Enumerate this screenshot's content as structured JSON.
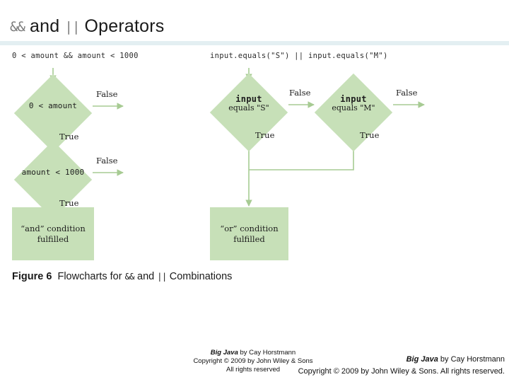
{
  "slide": {
    "title_parts": {
      "op1": "&&",
      "mid": " and ",
      "op2": "||",
      "tail": " Operators"
    },
    "accent_color": "#e3eff2",
    "shape_fill": "#c7e0b8",
    "wire_color": "#a7cb93"
  },
  "figure": {
    "left_column": {
      "code_header": "0 < amount && amount < 1000",
      "decisions": [
        {
          "label": "0 < amount",
          "false_label": "False",
          "true_label": "True"
        },
        {
          "label": "amount < 1000",
          "false_label": "False",
          "true_label": "True"
        }
      ],
      "terminal": {
        "line1": "“and” condition",
        "line2": "fulfilled"
      }
    },
    "right_column": {
      "code_header": "input.equals(\"S\") || input.equals(\"M\")",
      "decisions": [
        {
          "label_line1": "input",
          "label_line2": "equals \"S\"",
          "false_label": "False",
          "true_label": "True"
        },
        {
          "label_line1": "input",
          "label_line2": "equals \"M\"",
          "false_label": "False",
          "true_label": "True"
        }
      ],
      "terminal": {
        "line1": "“or” condition",
        "line2": "fulfilled"
      }
    },
    "caption": {
      "number": "Figure 6",
      "text_before": "Flowcharts for ",
      "op1": "&&",
      "mid": " and ",
      "op2": "||",
      "text_after": " Combinations"
    }
  },
  "footers": {
    "block_a": {
      "line1_italic": "Big Java",
      "line1_rest": " by Cay Horstmann",
      "line2": "Copyright © 2009 by John Wiley & Sons",
      "line3": "All rights reserved"
    },
    "block_b": {
      "line1_italic": "Big Java",
      "line1_rest": " by Cay Horstmann",
      "line2": "Copyright © 2009 by John Wiley & Sons.  All rights reserved."
    }
  }
}
